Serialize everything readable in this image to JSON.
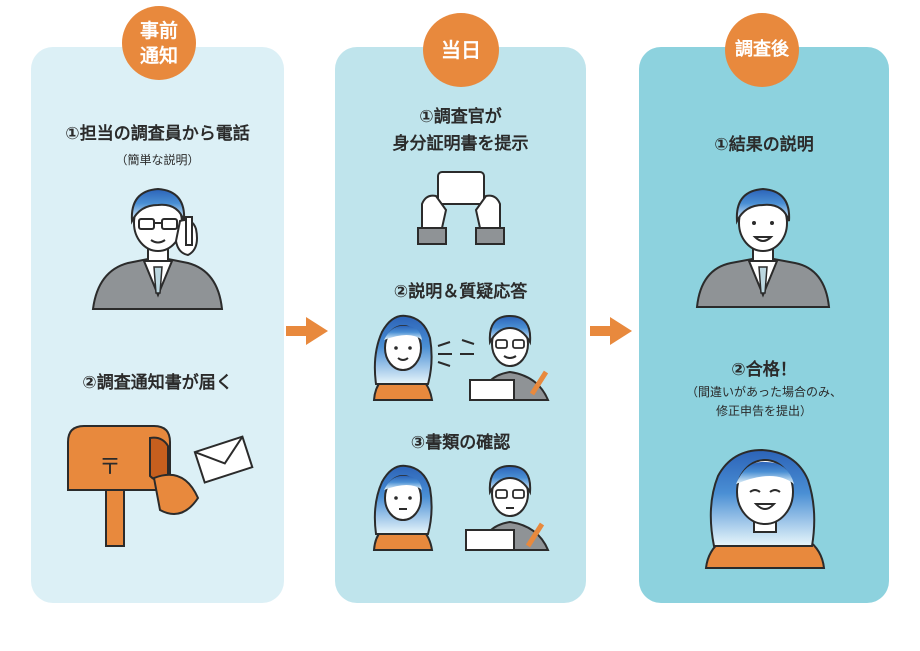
{
  "panels": [
    {
      "badge": [
        "事前",
        "通知"
      ],
      "steps": [
        {
          "title": "①担当の調査員から電話",
          "sub": "（簡単な説明）"
        },
        {
          "title": "②調査通知書が届く"
        }
      ],
      "mailbox_symbol": "〒"
    },
    {
      "badge": [
        "当日"
      ],
      "steps": [
        {
          "title": [
            "①調査官が",
            "身分証明書を提示"
          ]
        },
        {
          "title": "②説明＆質疑応答"
        },
        {
          "title": "③書類の確認"
        }
      ]
    },
    {
      "badge": [
        "調査後"
      ],
      "steps": [
        {
          "title": "①結果の説明"
        },
        {
          "title": "②合格！",
          "sub": [
            "（間違いがあった場合のみ、",
            "修正申告を提出）"
          ]
        }
      ]
    }
  ],
  "colors": {
    "accent": "#e8893d",
    "panel1": "#dcf0f6",
    "panel2": "#bfe4ec",
    "panel3": "#8dd2de",
    "hair": "#3a78c8",
    "suit": "#8f9396"
  }
}
